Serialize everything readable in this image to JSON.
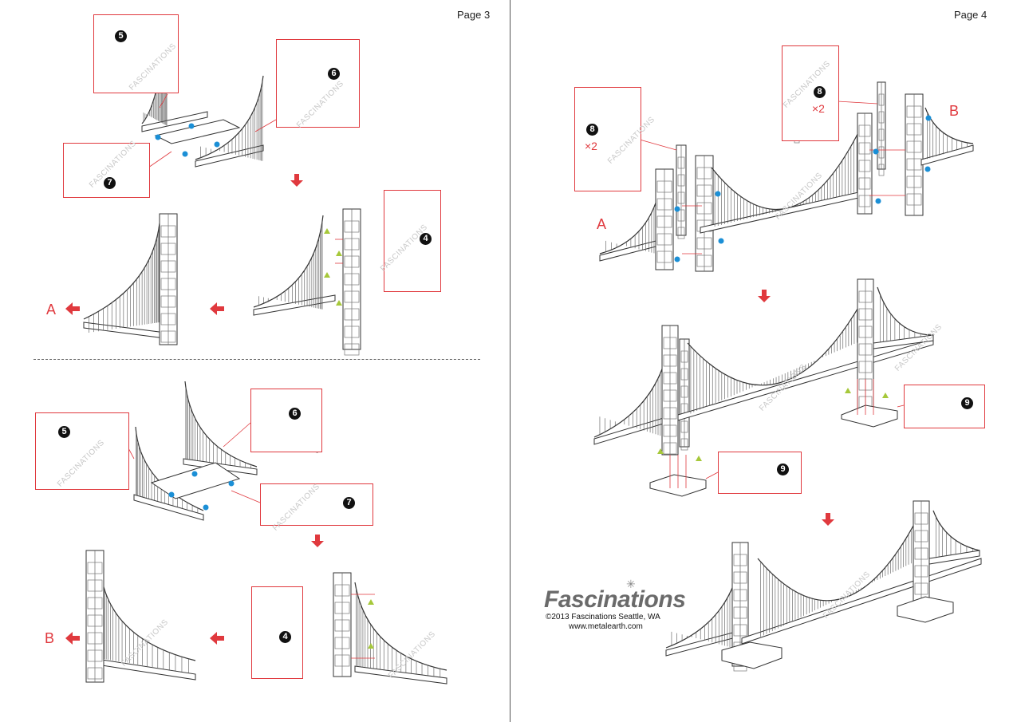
{
  "pages": [
    {
      "label": "Page 3"
    },
    {
      "label": "Page 4"
    }
  ],
  "parts": {
    "p4": "4",
    "p5": "5",
    "p6": "6",
    "p7": "7",
    "p8": "8",
    "p9": "9"
  },
  "multiplier": "×2",
  "letters": {
    "a": "A",
    "b": "B"
  },
  "watermark": "FASCINATIONS",
  "logo": {
    "brand": "Fascinations",
    "copyright": "©2013 Fascinations Seattle, WA",
    "url": "www.metalearth.com"
  },
  "colors": {
    "accent": "#e0393e",
    "dot": "#1b8fd6",
    "triangle": "#a6c83a",
    "line": "#333333"
  }
}
